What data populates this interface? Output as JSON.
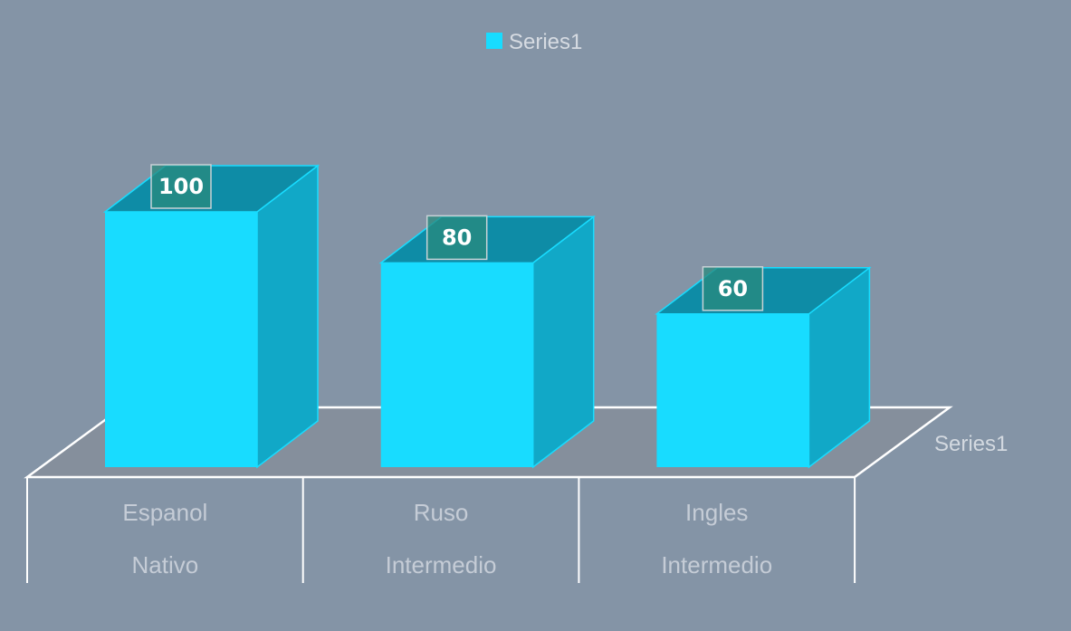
{
  "chart_data": {
    "type": "bar",
    "style": "3d-column",
    "categories": [
      {
        "primary": "Espanol",
        "secondary": "Nativo"
      },
      {
        "primary": "Ruso",
        "secondary": "Intermedio"
      },
      {
        "primary": "Ingles",
        "secondary": "Intermedio"
      }
    ],
    "series": [
      {
        "name": "Series1",
        "values": [
          100,
          80,
          60
        ],
        "color": "#18dcff"
      }
    ],
    "depth_axis_label": "Series1",
    "legend": {
      "position": "top",
      "labels": [
        "Series1"
      ]
    },
    "data_labels": [
      "100",
      "80",
      "60"
    ],
    "ylim": [
      0,
      100
    ],
    "colors": {
      "background": "#8494a6",
      "bar_front": "#18dcff",
      "bar_side": "#11a8c7",
      "bar_top": "#0e8ca6",
      "floor": "#858f9c",
      "label_box": "#2a8a7c"
    }
  }
}
